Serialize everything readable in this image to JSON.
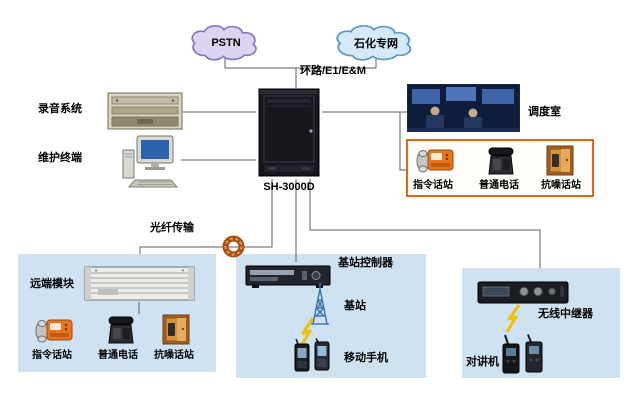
{
  "clouds": {
    "pstn": "PSTN",
    "petro": "石化专网"
  },
  "link_label": "环路/E1/E&M",
  "server": {
    "label": "SH-3000D"
  },
  "left": {
    "recording": "录音系统",
    "maintenance": "维护终端"
  },
  "right": {
    "dispatch_room": "调度室",
    "stations": {
      "command": "指令话站",
      "phone": "普通电话",
      "noise": "抗噪话站"
    }
  },
  "fiber": "光纤传输",
  "remote_panel": {
    "title": "远端模块",
    "command": "指令话站",
    "phone": "普通电话",
    "noise": "抗噪话站"
  },
  "base_panel": {
    "controller": "基站控制器",
    "station": "基站",
    "mobile": "移动手机"
  },
  "wireless_panel": {
    "repeater": "无线中继器",
    "radio": "对讲机"
  },
  "colors": {
    "panel_blue": "#cfe2f2",
    "orange_border": "#e2661a",
    "lightning_yellow": "#f0c000",
    "cloud_pstn_fill": "#dcd4f0",
    "cloud_petro_fill": "#d4eaf8"
  }
}
